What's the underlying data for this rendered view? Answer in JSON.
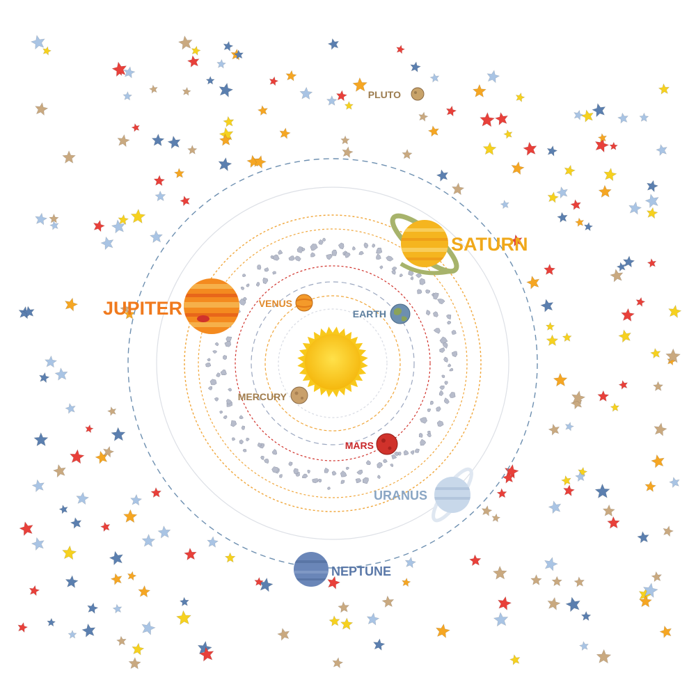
{
  "planets": {
    "pluto": {
      "label": "PLUTO",
      "color": "#c8a36a",
      "label_color": "#9c7c4f"
    },
    "saturn": {
      "label": "SATURN",
      "color": "#f5b51f",
      "label_color": "#f0a81a"
    },
    "jupiter": {
      "label": "JUPITER",
      "color": "#f48a1f",
      "label_color": "#f07a1e"
    },
    "venus": {
      "label": "VENUS",
      "color": "#f49a2a",
      "label_color": "#e0892a"
    },
    "earth": {
      "label": "EARTH",
      "color": "#6d8fb0",
      "label_color": "#5c7e9e"
    },
    "mercury": {
      "label": "MERCURY",
      "color": "#c9a06b",
      "label_color": "#a07c4c"
    },
    "mars": {
      "label": "MARS",
      "color": "#d0322b",
      "label_color": "#c8282a"
    },
    "uranus": {
      "label": "URANUS",
      "color": "#c8d8ea",
      "label_color": "#8aa6c4"
    },
    "neptune": {
      "label": "NEPTUNE",
      "color": "#6a86b8",
      "label_color": "#5a78a8"
    }
  },
  "sun": {
    "color": "#f8c81c"
  },
  "star_palette": [
    "#e8403a",
    "#f5a623",
    "#f6d11f",
    "#5b7faf",
    "#a9c4e4",
    "#c9a980"
  ],
  "asteroid_color": "#b7bccb"
}
